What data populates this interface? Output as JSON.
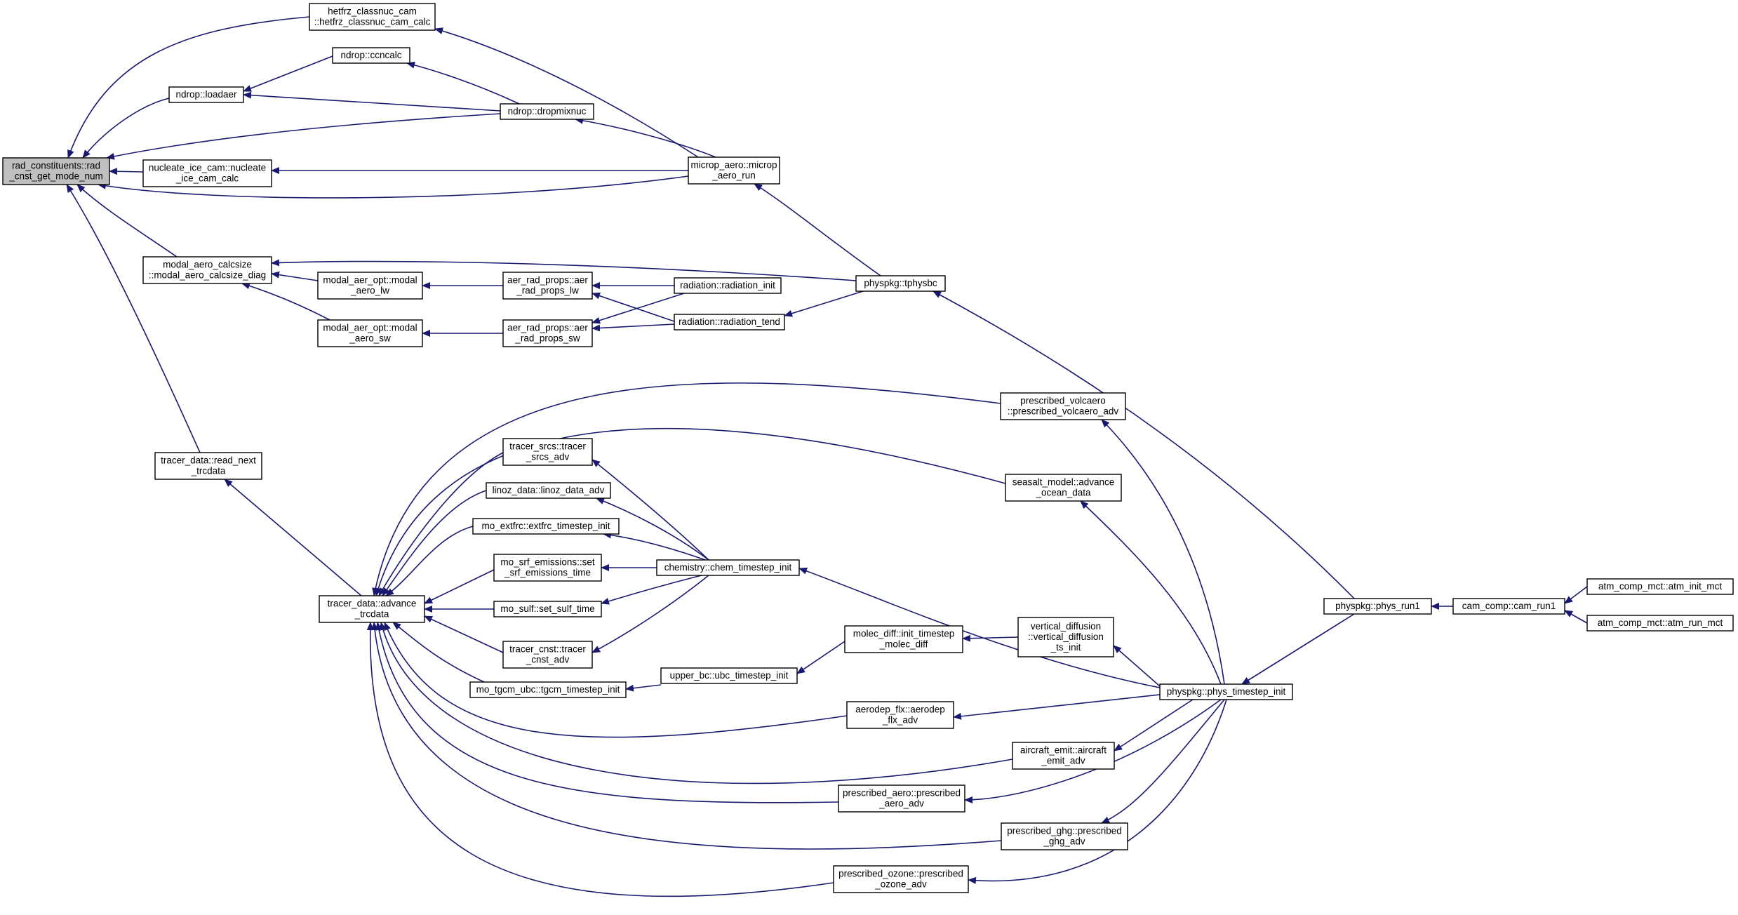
{
  "colors": {
    "edge": "#191970",
    "node_border": "#000000",
    "node_fill": "#ffffff",
    "root_fill": "#bfbfbf",
    "background": "#ffffff"
  },
  "nodes": {
    "rad_cnst": {
      "lines": [
        "rad_constituents::rad",
        "_cnst_get_mode_num"
      ],
      "root": true
    },
    "hetfrz": {
      "lines": [
        "hetfrz_classnuc_cam",
        "::hetfrz_classnuc_cam_calc"
      ]
    },
    "ccncalc": {
      "lines": [
        "ndrop::ccncalc"
      ]
    },
    "loadaer": {
      "lines": [
        "ndrop::loadaer"
      ]
    },
    "dropmixnuc": {
      "lines": [
        "ndrop::dropmixnuc"
      ]
    },
    "nucleate": {
      "lines": [
        "nucleate_ice_cam::nucleate",
        "_ice_cam_calc"
      ]
    },
    "microp": {
      "lines": [
        "microp_aero::microp",
        "_aero_run"
      ]
    },
    "calcsize": {
      "lines": [
        "modal_aero_calcsize",
        "::modal_aero_calcsize_diag"
      ]
    },
    "tphysbc": {
      "lines": [
        "physpkg::tphysbc"
      ]
    },
    "opt_lw": {
      "lines": [
        "modal_aer_opt::modal",
        "_aero_lw"
      ]
    },
    "props_lw": {
      "lines": [
        "aer_rad_props::aer",
        "_rad_props_lw"
      ]
    },
    "rad_init": {
      "lines": [
        "radiation::radiation_init"
      ]
    },
    "opt_sw": {
      "lines": [
        "modal_aer_opt::modal",
        "_aero_sw"
      ]
    },
    "props_sw": {
      "lines": [
        "aer_rad_props::aer",
        "_rad_props_sw"
      ]
    },
    "rad_tend": {
      "lines": [
        "radiation::radiation_tend"
      ]
    },
    "volcaero": {
      "lines": [
        "prescribed_volcaero",
        "::prescribed_volcaero_adv"
      ]
    },
    "read_next": {
      "lines": [
        "tracer_data::read_next",
        "_trcdata"
      ]
    },
    "srcs": {
      "lines": [
        "tracer_srcs::tracer",
        "_srcs_adv"
      ]
    },
    "seasalt": {
      "lines": [
        "seasalt_model::advance",
        "_ocean_data"
      ]
    },
    "linoz": {
      "lines": [
        "linoz_data::linoz_data_adv"
      ]
    },
    "extfrc": {
      "lines": [
        "mo_extfrc::extfrc_timestep_init"
      ]
    },
    "srf_emis": {
      "lines": [
        "mo_srf_emissions::set",
        "_srf_emissions_time"
      ]
    },
    "chem": {
      "lines": [
        "chemistry::chem_timestep_init"
      ]
    },
    "advance": {
      "lines": [
        "tracer_data::advance",
        "_trcdata"
      ]
    },
    "sulf": {
      "lines": [
        "mo_sulf::set_sulf_time"
      ]
    },
    "phys_run1": {
      "lines": [
        "physpkg::phys_run1"
      ]
    },
    "cam_run1": {
      "lines": [
        "cam_comp::cam_run1"
      ]
    },
    "atm_init": {
      "lines": [
        "atm_comp_mct::atm_init_mct"
      ]
    },
    "atm_run": {
      "lines": [
        "atm_comp_mct::atm_run_mct"
      ]
    },
    "cnst": {
      "lines": [
        "tracer_cnst::tracer",
        "_cnst_adv"
      ]
    },
    "tgcm": {
      "lines": [
        "mo_tgcm_ubc::tgcm_timestep_init"
      ]
    },
    "ubc": {
      "lines": [
        "upper_bc::ubc_timestep_init"
      ]
    },
    "molec": {
      "lines": [
        "molec_diff::init_timestep",
        "_molec_diff"
      ]
    },
    "vdiff": {
      "lines": [
        "vertical_diffusion",
        "::vertical_diffusion",
        "_ts_init"
      ]
    },
    "pts_init": {
      "lines": [
        "physpkg::phys_timestep_init"
      ]
    },
    "aerodep": {
      "lines": [
        "aerodep_flx::aerodep",
        "_flx_adv"
      ]
    },
    "aircraft": {
      "lines": [
        "aircraft_emit::aircraft",
        "_emit_adv"
      ]
    },
    "presc_aero": {
      "lines": [
        "prescribed_aero::prescribed",
        "_aero_adv"
      ]
    },
    "presc_ghg": {
      "lines": [
        "prescribed_ghg::prescribed",
        "_ghg_adv"
      ]
    },
    "presc_ozone": {
      "lines": [
        "prescribed_ozone::prescribed",
        "_ozone_adv"
      ]
    }
  },
  "edges": [
    [
      "hetfrz",
      "rad_cnst"
    ],
    [
      "loadaer",
      "rad_cnst"
    ],
    [
      "dropmixnuc",
      "rad_cnst"
    ],
    [
      "nucleate",
      "rad_cnst"
    ],
    [
      "microp",
      "rad_cnst"
    ],
    [
      "calcsize",
      "rad_cnst"
    ],
    [
      "read_next",
      "rad_cnst"
    ],
    [
      "microp",
      "hetfrz"
    ],
    [
      "dropmixnuc",
      "ccncalc"
    ],
    [
      "ccncalc",
      "loadaer"
    ],
    [
      "dropmixnuc",
      "loadaer"
    ],
    [
      "microp",
      "dropmixnuc"
    ],
    [
      "microp",
      "nucleate"
    ],
    [
      "tphysbc",
      "microp"
    ],
    [
      "tphysbc",
      "calcsize"
    ],
    [
      "opt_lw",
      "calcsize"
    ],
    [
      "opt_sw",
      "calcsize"
    ],
    [
      "props_lw",
      "opt_lw"
    ],
    [
      "props_sw",
      "opt_sw"
    ],
    [
      "rad_init",
      "props_lw"
    ],
    [
      "rad_tend",
      "props_lw"
    ],
    [
      "rad_init",
      "props_sw"
    ],
    [
      "rad_tend",
      "props_sw"
    ],
    [
      "tphysbc",
      "rad_tend"
    ],
    [
      "phys_run1",
      "tphysbc"
    ],
    [
      "cam_run1",
      "phys_run1"
    ],
    [
      "atm_init",
      "cam_run1"
    ],
    [
      "atm_run",
      "cam_run1"
    ],
    [
      "advance",
      "read_next"
    ],
    [
      "volcaero",
      "advance"
    ],
    [
      "seasalt",
      "advance"
    ],
    [
      "srcs",
      "advance"
    ],
    [
      "linoz",
      "advance"
    ],
    [
      "extfrc",
      "advance"
    ],
    [
      "srf_emis",
      "advance"
    ],
    [
      "sulf",
      "advance"
    ],
    [
      "cnst",
      "advance"
    ],
    [
      "tgcm",
      "advance"
    ],
    [
      "aerodep",
      "advance"
    ],
    [
      "aircraft",
      "advance"
    ],
    [
      "presc_aero",
      "advance"
    ],
    [
      "presc_ghg",
      "advance"
    ],
    [
      "presc_ozone",
      "advance"
    ],
    [
      "chem",
      "srcs"
    ],
    [
      "chem",
      "linoz"
    ],
    [
      "chem",
      "extfrc"
    ],
    [
      "chem",
      "srf_emis"
    ],
    [
      "chem",
      "sulf"
    ],
    [
      "chem",
      "cnst"
    ],
    [
      "ubc",
      "tgcm"
    ],
    [
      "molec",
      "ubc"
    ],
    [
      "vdiff",
      "molec"
    ],
    [
      "pts_init",
      "chem"
    ],
    [
      "pts_init",
      "volcaero"
    ],
    [
      "pts_init",
      "seasalt"
    ],
    [
      "pts_init",
      "vdiff"
    ],
    [
      "pts_init",
      "aerodep"
    ],
    [
      "pts_init",
      "aircraft"
    ],
    [
      "pts_init",
      "presc_aero"
    ],
    [
      "pts_init",
      "presc_ghg"
    ],
    [
      "pts_init",
      "presc_ozone"
    ],
    [
      "phys_run1",
      "pts_init"
    ]
  ]
}
